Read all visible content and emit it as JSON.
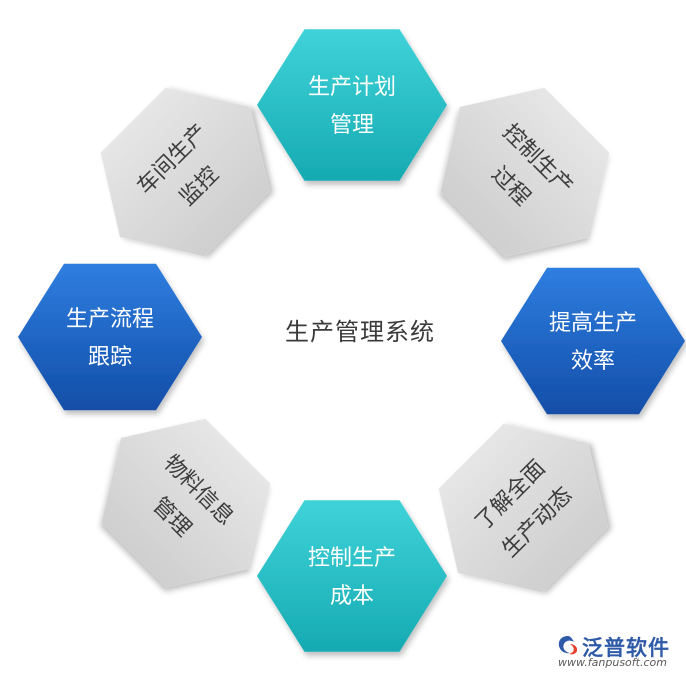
{
  "center": {
    "title": "生产管理系统"
  },
  "nodes": [
    {
      "id": "top",
      "lines": [
        "生产计划",
        "管理"
      ],
      "style": "teal"
    },
    {
      "id": "top-right",
      "lines": [
        "控制生产",
        "过程"
      ],
      "style": "gray"
    },
    {
      "id": "right",
      "lines": [
        "提高生产",
        "效率"
      ],
      "style": "blue"
    },
    {
      "id": "bottom-right",
      "lines": [
        "了解全面",
        "生产动态"
      ],
      "style": "gray"
    },
    {
      "id": "bottom",
      "lines": [
        "控制生产",
        "成本"
      ],
      "style": "teal"
    },
    {
      "id": "bottom-left",
      "lines": [
        "物料信息",
        "管理"
      ],
      "style": "gray"
    },
    {
      "id": "left",
      "lines": [
        "生产流程",
        "跟踪"
      ],
      "style": "blue"
    },
    {
      "id": "top-left",
      "lines": [
        "车间生产",
        "监控"
      ],
      "style": "gray"
    }
  ],
  "colors": {
    "teal": "#22bfc6",
    "teal_dark": "#139aa3",
    "blue": "#1f63c7",
    "blue_dark": "#0c3f94",
    "gray": "#dadada",
    "gray_dark": "#b8b8b8",
    "gray_text": "#3c3c3c",
    "light_text": "#ffffff"
  },
  "logo": {
    "name": "泛普软件",
    "url": "www.fanpusoft.com"
  }
}
